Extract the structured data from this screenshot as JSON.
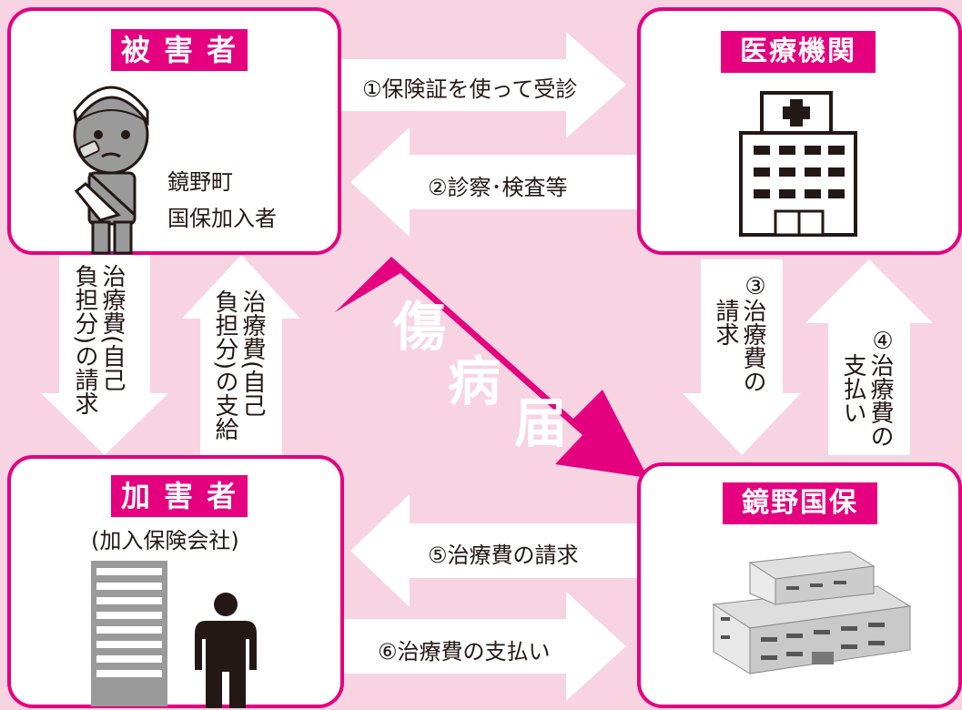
{
  "victim": {
    "title": "被 害 者",
    "desc_line1": "鏡野町",
    "desc_line2": "国保加入者"
  },
  "medical": {
    "title": "医療機関"
  },
  "perpetrator": {
    "title": "加 害 者",
    "subtitle": "(加入保険会社)"
  },
  "insurer": {
    "title": "鏡野国保"
  },
  "flows": {
    "step1": "①保険証を使って受診",
    "step2": "②診察･検査等",
    "step3_num": "③",
    "step3": "治療費の\n請求",
    "step4_num": "④",
    "step4": "治療費の\n支払い",
    "step5": "⑤治療費の請求",
    "step6": "⑥治療費の支払い",
    "self_claim": "治療費(自己\n負担分)の請求",
    "self_pay": "治療費(自己\n負担分)の支給"
  },
  "center": {
    "char1": "傷",
    "char2": "病",
    "char3": "届"
  },
  "colors": {
    "accent": "#e4007f",
    "background": "#f8d3e2",
    "arrow": "#ffffff",
    "text": "#231815"
  }
}
